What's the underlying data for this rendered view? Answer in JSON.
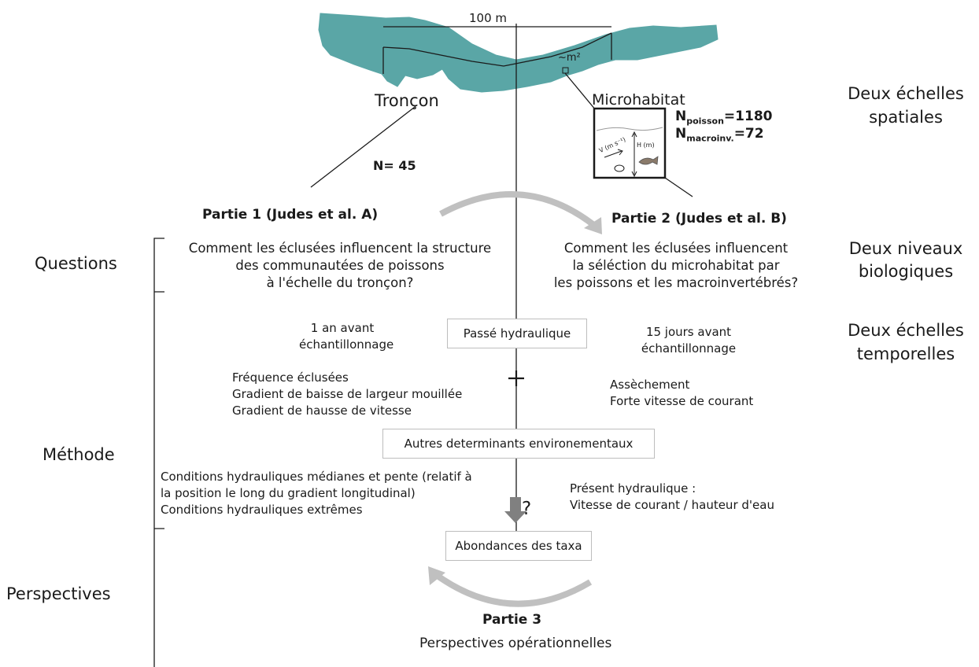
{
  "scale_label": "100 m",
  "micro_area_label": "~m²",
  "reach_label": "Tronçon",
  "microhabitat_label": "Microhabitat",
  "n_poisson": {
    "prefix": "N",
    "sub": "poisson",
    "value": "=1180"
  },
  "n_macroinv": {
    "prefix": "N",
    "sub": "macroinv.",
    "value": "=72"
  },
  "n_reach": "N= 45",
  "velocity_label": "V (m s⁻¹)",
  "depth_label": "H (m)",
  "part1_title": "Partie 1 (Judes et al. A)",
  "part2_title": "Partie 2 (Judes et al. B)",
  "right_labels": {
    "spatial": [
      "Deux échelles",
      "spatiales"
    ],
    "biological": [
      "Deux niveaux",
      "biologiques"
    ],
    "temporal": [
      "Deux échelles",
      "temporelles"
    ]
  },
  "left_labels": {
    "questions": "Questions",
    "methode": "Méthode",
    "perspectives": "Perspectives"
  },
  "question_1": [
    "Comment les éclusées influencent la structure",
    "des communautées de poissons",
    "à l'échelle du tronçon?"
  ],
  "question_2": [
    "Comment les éclusées influencent",
    "la séléction du microhabitat par",
    "les poissons et les macroinvertébrés?"
  ],
  "time_left": [
    "1 an avant",
    "échantillonnage"
  ],
  "time_right": [
    "15 jours avant",
    "échantillonnage"
  ],
  "box_passe": "Passé hydraulique",
  "plus_sign": "+",
  "metrics_left": [
    "Fréquence éclusées",
    "Gradient de baisse de largeur mouillée",
    "Gradient de hausse de vitesse"
  ],
  "metrics_right": [
    "Assèchement",
    "Forte vitesse de courant"
  ],
  "box_autres": "Autres determinants environementaux",
  "conditions_left": [
    "Conditions hydrauliques médianes et pente (relatif à",
    "la position le long du gradient longitudinal)",
    "Conditions hydrauliques extrêmes"
  ],
  "conditions_right": [
    "Présent hydraulique :",
    "Vitesse de courant / hauteur d'eau"
  ],
  "question_mark": "?",
  "box_abondances": "Abondances des taxa",
  "part3_title": "Partie 3",
  "part3_subtitle": "Perspectives opérationnelles",
  "colors": {
    "river": "#5aa6a6",
    "arrow": "#c0c0c0",
    "dark_arrow": "#808080",
    "line": "#1a1a1a"
  }
}
